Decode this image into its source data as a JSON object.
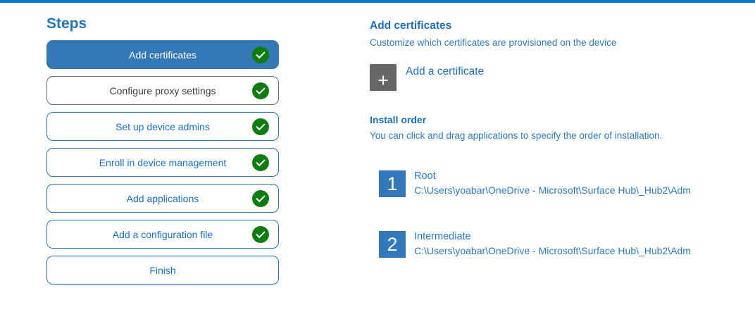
{
  "colors": {
    "accent_bar": "#0078d7",
    "active_step_bg": "#3478b6",
    "outline_blue": "#2173cf",
    "outline_gray": "#6b6b6b",
    "text_blue_strong": "#1b70ca",
    "text_gray": "#3c3c3c",
    "title_blue": "#2575c1",
    "heading_blue": "#1a6fc0",
    "body_blue": "#2d7ac1",
    "check_green": "#0e7c0e",
    "plus_gray": "#666666",
    "number_badge_blue": "#3279bc"
  },
  "sidebar": {
    "title": "Steps",
    "steps": [
      {
        "label": "Add certificates",
        "state": "active",
        "completed": true
      },
      {
        "label": "Configure proxy settings",
        "state": "neutral",
        "completed": true
      },
      {
        "label": "Set up device admins",
        "state": "default",
        "completed": true
      },
      {
        "label": "Enroll in device management",
        "state": "default",
        "completed": true
      },
      {
        "label": "Add applications",
        "state": "default",
        "completed": true
      },
      {
        "label": "Add a configuration file",
        "state": "default",
        "completed": true
      },
      {
        "label": "Finish",
        "state": "default",
        "completed": false
      }
    ]
  },
  "main": {
    "section_title": "Add certificates",
    "section_description": "Customize which certificates are provisioned on the device",
    "add_button": {
      "icon": "plus-icon",
      "icon_glyph": "+",
      "label": "Add a certificate"
    },
    "install_order": {
      "title": "Install order",
      "description": "You can click and drag applications to specify the order of installation.",
      "items": [
        {
          "number": "1",
          "name": "Root",
          "path": "C:\\Users\\yoabar\\OneDrive - Microsoft\\Surface Hub\\_Hub2\\Adm"
        },
        {
          "number": "2",
          "name": "Intermediate",
          "path": "C:\\Users\\yoabar\\OneDrive - Microsoft\\Surface Hub\\_Hub2\\Adm"
        }
      ]
    }
  }
}
